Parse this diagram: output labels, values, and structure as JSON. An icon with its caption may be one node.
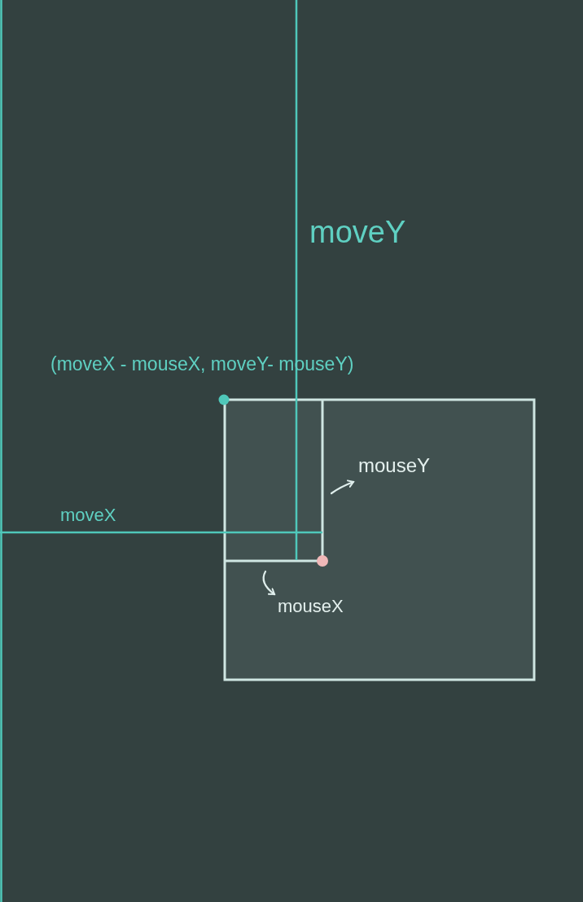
{
  "diagram": {
    "nodes": [
      {
        "text": [
          "mouseY"
        ]
      },
      {
        "text": [
          "mouseX"
        ]
      }
    ],
    "edges": [
      {
        "from": null,
        "to": 0,
        "arrow": "to"
      },
      {
        "from": null,
        "to": 1,
        "arrow": "to"
      }
    ],
    "labels": [
      "moveY",
      "(moveX - mouseX, moveY- mouseY)",
      "moveX"
    ]
  }
}
